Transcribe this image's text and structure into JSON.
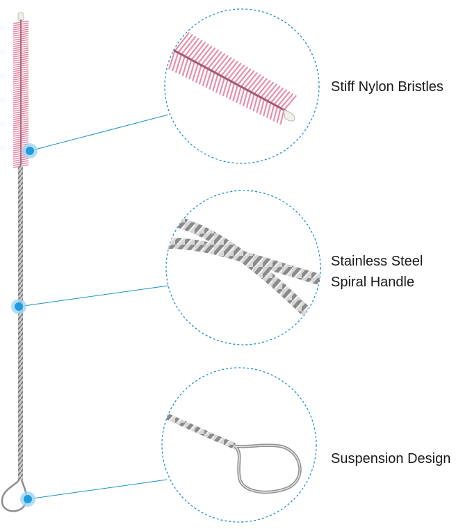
{
  "callouts": [
    {
      "id": "bristles",
      "label_lines": [
        "Stiff Nylon Bristles"
      ],
      "icon": "bristles-closeup"
    },
    {
      "id": "handle",
      "label_lines": [
        "Stainless Steel",
        "Spiral Handle"
      ],
      "icon": "twisted-wire-closeup"
    },
    {
      "id": "suspension",
      "label_lines": [
        "Suspension Design"
      ],
      "icon": "loop-closeup"
    }
  ],
  "colors": {
    "bristle": "#e68aa4",
    "wire": "#9a9a9a",
    "callout_line": "#1e90c8",
    "marker": "#29a8e8",
    "circle_dash": "#1e90c8"
  }
}
